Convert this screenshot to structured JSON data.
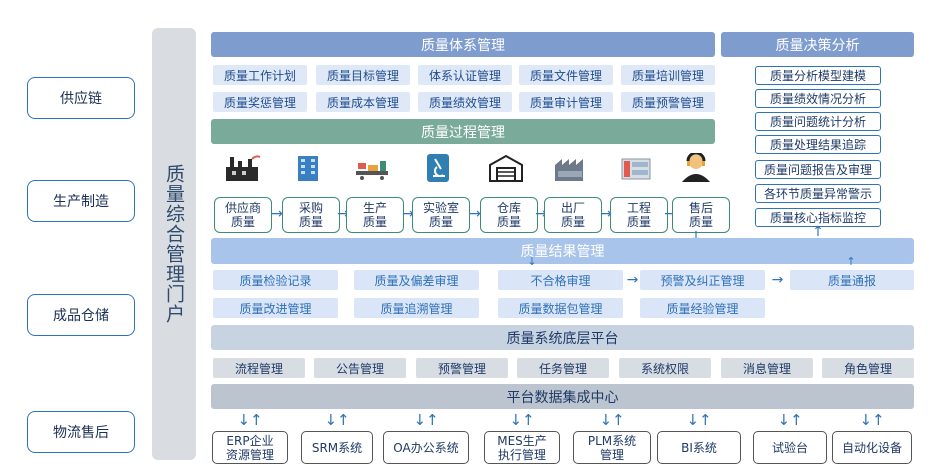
{
  "left_stages": [
    "供应链",
    "生产制造",
    "成品仓储",
    "物流售后"
  ],
  "portal_title": "质量综合管理门户",
  "quality_system": {
    "title": "质量体系管理",
    "items": [
      "质量工作计划",
      "质量目标管理",
      "体系认证管理",
      "质量文件管理",
      "质量培训管理",
      "质量奖惩管理",
      "质量成本管理",
      "质量绩效管理",
      "质量审计管理",
      "质量预警管理"
    ]
  },
  "decision": {
    "title": "质量决策分析",
    "items": [
      "质量分析模型建模",
      "质量绩效情况分析",
      "质量问题统计分析",
      "质量处理结果追踪",
      "质量问题报告及审理",
      "各环节质量异常警示",
      "质量核心指标监控"
    ]
  },
  "process": {
    "title": "质量过程管理",
    "icons": [
      "factory-icon",
      "building-icon",
      "production-line-icon",
      "microscope-icon",
      "warehouse-icon",
      "plant-icon",
      "machine-icon",
      "service-agent-icon"
    ],
    "steps": [
      "供应商\n质量",
      "采购\n质量",
      "生产\n质量",
      "实验室\n质量",
      "仓库\n质量",
      "出厂\n质量",
      "工程\n质量",
      "售后\n质量"
    ]
  },
  "results": {
    "title": "质量结果管理",
    "row1": [
      "质量检验记录",
      "质量及偏差审理",
      "不合格审理",
      "预警及纠正管理",
      "质量通报"
    ],
    "row2": [
      "质量改进管理",
      "质量追溯管理",
      "质量数据包管理",
      "质量经验管理"
    ]
  },
  "platform": {
    "title": "质量系统底层平台",
    "items": [
      "流程管理",
      "公告管理",
      "预警管理",
      "任务管理",
      "系统权限",
      "消息管理",
      "角色管理"
    ]
  },
  "integration": {
    "title": "平台数据集成中心",
    "systems": [
      "ERP企业\n资源管理",
      "SRM系统",
      "OA办公系统",
      "MES生产\n执行管理",
      "PLM系统\n管理",
      "BI系统",
      "试验台",
      "自动化设备"
    ]
  },
  "colors": {
    "blue_header": "#7f9ccf",
    "green_header": "#79aa9a",
    "border_blue": "#2f73b8",
    "border_green": "#3c8c76"
  }
}
